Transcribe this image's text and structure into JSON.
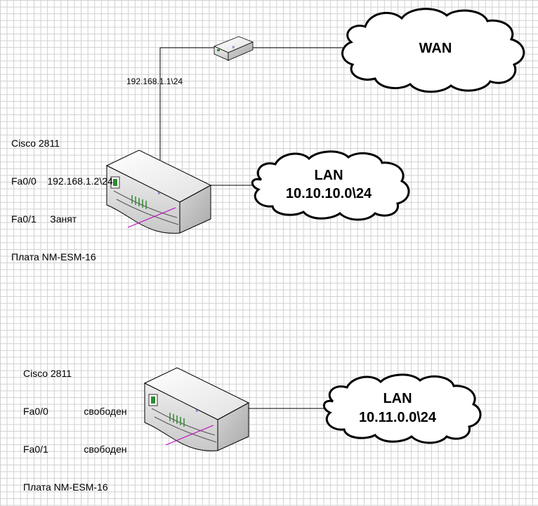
{
  "router1": {
    "model": "Cisco 2811",
    "fa00": "Fa0/0    192.168.1.2\\24",
    "fa01": "Fa0/1     Занят",
    "board": "Плата NM-ESM-16"
  },
  "router2": {
    "model": "Cisco 2811",
    "fa00": "Fa0/0             свободен",
    "fa01": "Fa0/1             свободен",
    "board": "Плата NM-ESM-16"
  },
  "uplink_ip": "192.168.1.1\\24",
  "clouds": {
    "wan": "WAN",
    "lan1_title": "LAN",
    "lan1_net": "10.10.10.0\\24",
    "lan2_title": "LAN",
    "lan2_net": "10.11.0.0\\24"
  },
  "colors": {
    "line": "#000000",
    "router_top": "#f4f4f4",
    "router_front": "#d9d9d9",
    "router_side": "#bdbdbd",
    "led_green": "#2e8b2e",
    "cable_magenta": "#c000c0"
  }
}
